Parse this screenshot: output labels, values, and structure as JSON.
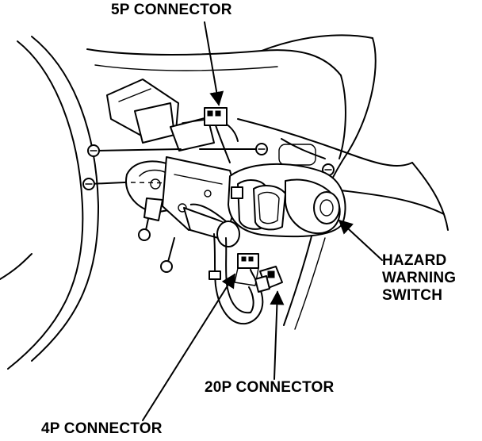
{
  "labels": {
    "connector_5p": "5P CONNECTOR",
    "hazard_switch_line1": "HAZARD",
    "hazard_switch_line2": "WARNING",
    "hazard_switch_line3": "SWITCH",
    "connector_20p": "20P CONNECTOR",
    "connector_4p": "4P CONNECTOR"
  },
  "colors": {
    "ink": "#000000",
    "background": "#ffffff"
  }
}
